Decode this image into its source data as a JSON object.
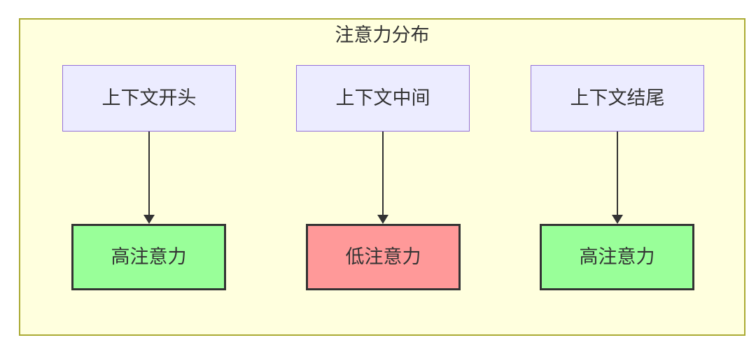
{
  "diagram": {
    "title": "注意力分布",
    "colors": {
      "container_bg": "#ffffde",
      "container_border": "#aaaa33",
      "context_node_bg": "#ECECFF",
      "context_node_border": "#9370DB",
      "high_attention_bg": "#99ff99",
      "low_attention_bg": "#ff9999",
      "attention_node_border": "#333333",
      "arrow_color": "#333333",
      "text_color": "#333333"
    },
    "nodes": {
      "top": [
        {
          "id": "context-start",
          "label": "上下文开头"
        },
        {
          "id": "context-middle",
          "label": "上下文中间"
        },
        {
          "id": "context-end",
          "label": "上下文结尾"
        }
      ],
      "bottom": [
        {
          "id": "high-attention-left",
          "label": "高注意力",
          "type": "high"
        },
        {
          "id": "low-attention-middle",
          "label": "低注意力",
          "type": "low"
        },
        {
          "id": "high-attention-right",
          "label": "高注意力",
          "type": "high"
        }
      ]
    },
    "edges": [
      {
        "from": "context-start",
        "to": "high-attention-left"
      },
      {
        "from": "context-middle",
        "to": "low-attention-middle"
      },
      {
        "from": "context-end",
        "to": "high-attention-right"
      }
    ]
  }
}
